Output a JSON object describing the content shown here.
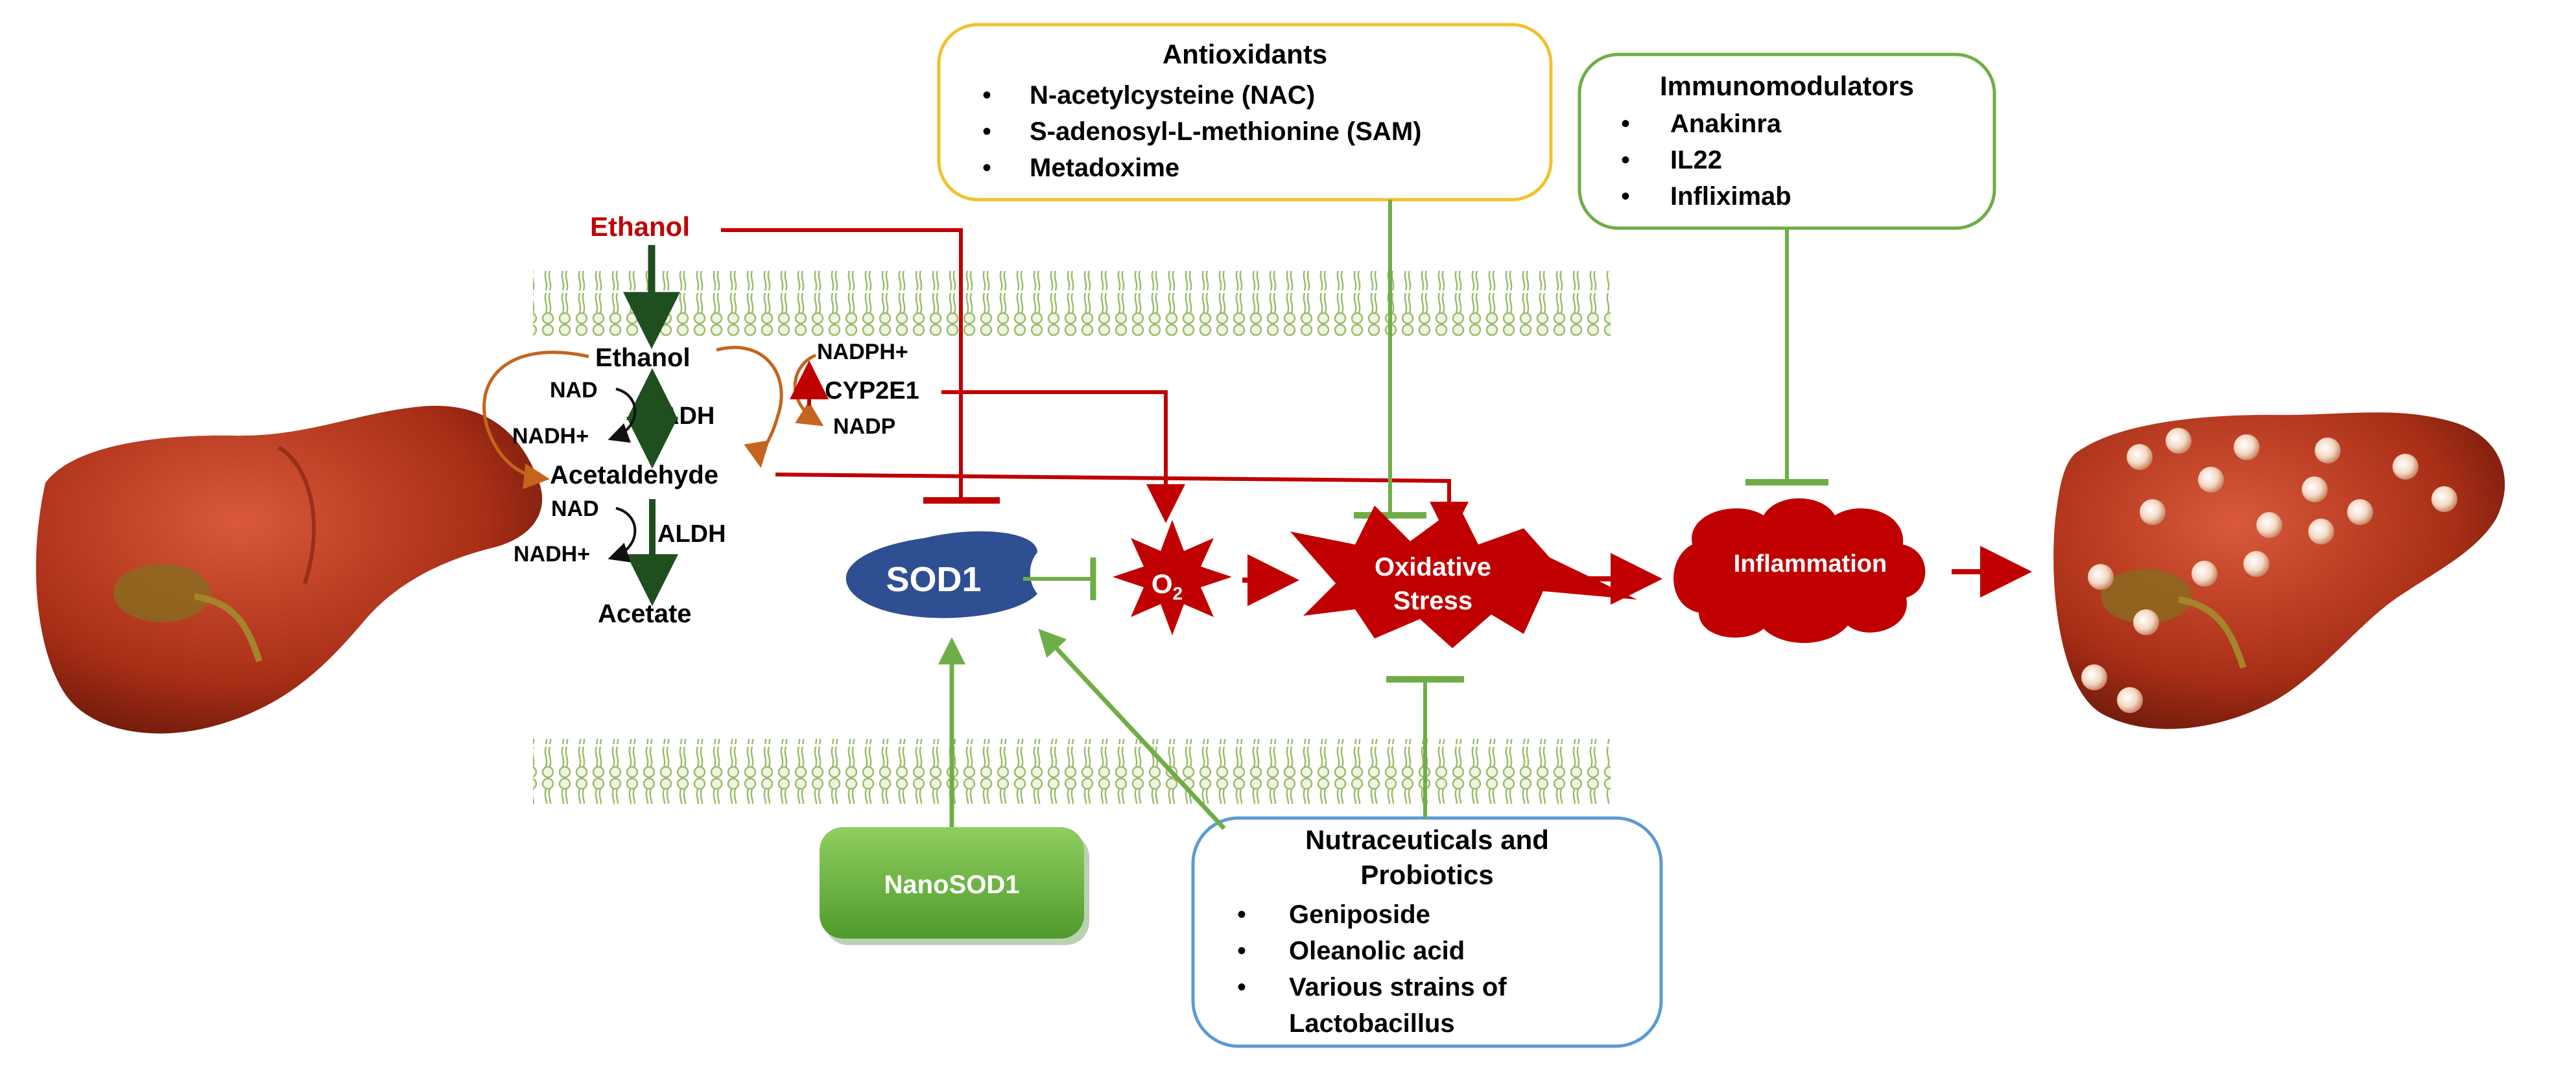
{
  "colors": {
    "red": "#c00000",
    "dark_green": "#1f4e1f",
    "light_green": "#70ad47",
    "orange": "#c5641c",
    "sod1_blue": "#2e4f92",
    "antioxidant_border": "#f2c12e",
    "nutraceutical_border": "#5b9bd5",
    "membrane": "#a9c47f",
    "liver": "#b8391f"
  },
  "metabolism": {
    "ethanol_outside": "Ethanol",
    "ethanol_inside": "Ethanol",
    "nad_1": "NAD",
    "nadh_1": "NADH+",
    "adh": "ADH",
    "acetaldehyde": "Acetaldehyde",
    "nad_2": "NAD",
    "nadh_2": "NADH+",
    "aldh": "ALDH",
    "acetate": "Acetate",
    "nadph": "NADPH+",
    "cyp2e1": "CYP2E1",
    "nadp": "NADP"
  },
  "nodes": {
    "sod1": "SOD1",
    "o2": "O",
    "o2_sub": "2",
    "oxidative_stress_1": "Oxidative",
    "oxidative_stress_2": "Stress",
    "inflammation": "Inflammation",
    "nanosod1": "NanoSOD1"
  },
  "antioxidants": {
    "title": "Antioxidants",
    "items": [
      "N-acetylcysteine (NAC)",
      "S-adenosyl-L-methionine (SAM)",
      "Metadoxime"
    ]
  },
  "immunomodulators": {
    "title": "Immunomodulators",
    "items": [
      "Anakinra",
      "IL22",
      "Infliximab"
    ]
  },
  "nutraceuticals": {
    "title_1": "Nutraceuticals and",
    "title_2": "Probiotics",
    "items": [
      "Geniposide",
      "Oleanolic acid",
      "Various strains of",
      "Lactobacillus"
    ]
  },
  "bullet": "•"
}
